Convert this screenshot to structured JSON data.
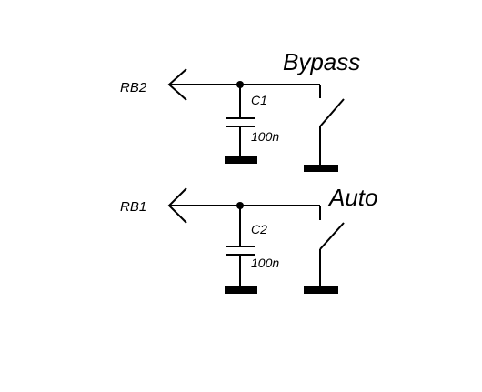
{
  "circuits": [
    {
      "net": "RB2",
      "capacitor": {
        "ref": "C1",
        "value": "100n"
      },
      "switch": {
        "label": "Bypass"
      }
    },
    {
      "net": "RB1",
      "capacitor": {
        "ref": "C2",
        "value": "100n"
      },
      "switch": {
        "label": "Auto"
      }
    }
  ],
  "colors": {
    "ink": "#000000",
    "background": "#ffffff"
  }
}
